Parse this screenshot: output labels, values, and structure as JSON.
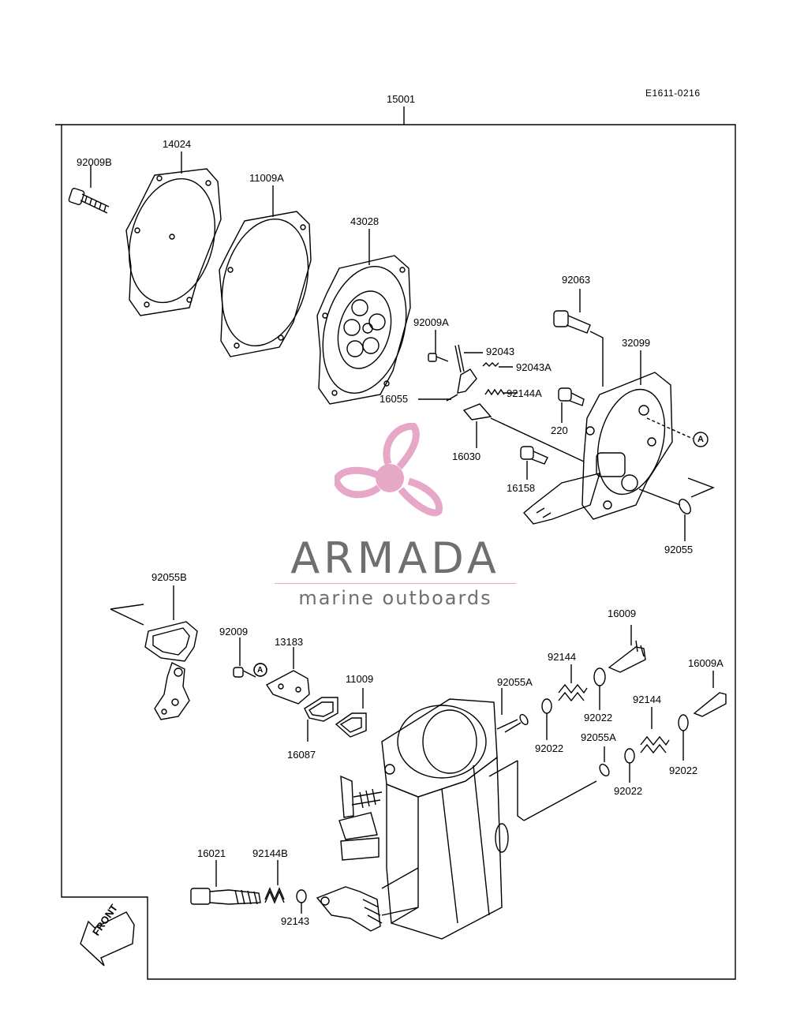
{
  "diagram": {
    "code": "E1611-0216",
    "front_label": "FRONT",
    "callout": "A",
    "parts": {
      "p15001": "15001",
      "p14024": "14024",
      "p92009B": "92009B",
      "p11009A": "11009A",
      "p43028": "43028",
      "p92063": "92063",
      "p92009A": "92009A",
      "p32099": "32099",
      "p92043": "92043",
      "p92043A": "92043A",
      "p92144A": "92144A",
      "p16055": "16055",
      "p220": "220",
      "p16030": "16030",
      "p16158": "16158",
      "p92055": "92055",
      "p92055B": "92055B",
      "p16009": "16009",
      "p92009": "92009",
      "p13183": "13183",
      "p92144_a": "92144",
      "p16009A": "16009A",
      "p11009": "11009",
      "p92055A_a": "92055A",
      "p92022_a": "92022",
      "p92144_b": "92144",
      "p16087": "16087",
      "p92022_b": "92022",
      "p92055A_b": "92055A",
      "p92022_c": "92022",
      "p92022_d": "92022",
      "p16021": "16021",
      "p92144B": "92144B",
      "p92143": "92143"
    }
  },
  "watermark": {
    "brand": "ARMADA",
    "tagline": "marine outboards",
    "color_pink": "#e7a8c8",
    "color_grey": "#6f6f6f"
  }
}
